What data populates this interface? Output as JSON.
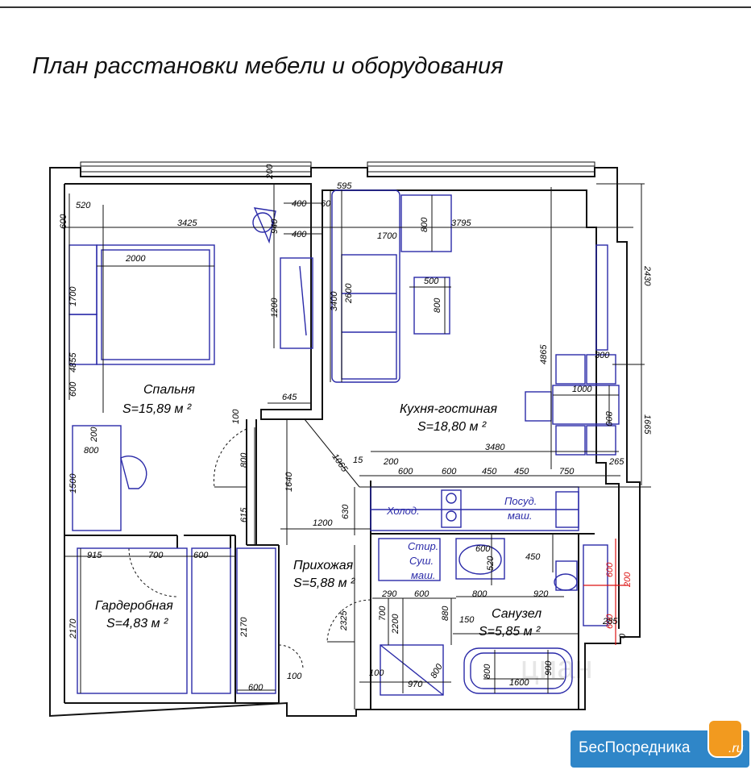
{
  "title": "План расстановки мебели и оборудования",
  "rooms": [
    {
      "id": "bedroom",
      "name": "Спальня",
      "area": "S=15,89 м ²"
    },
    {
      "id": "kitchen",
      "name": "Кухня-гостиная",
      "area": "S=18,80 м ²"
    },
    {
      "id": "hall",
      "name": "Прихожая",
      "area": "S=5,88 м ²"
    },
    {
      "id": "wardrobe",
      "name": "Гардеробная",
      "area": "S=4,83 м ²"
    },
    {
      "id": "bathroom",
      "name": "Санузел",
      "area": "S=5,85 м ²"
    }
  ],
  "equipment": {
    "fridge": "Холод.",
    "dishwasher_1": "Посуд.",
    "dishwasher_2": "маш.",
    "washer_1": "Стир.",
    "washer_2": "Суш.",
    "washer_3": "маш."
  },
  "dimensions": [
    "520",
    "600",
    "3425",
    "2000",
    "1700",
    "4855",
    "600",
    "200",
    "800",
    "1500",
    "200",
    "940",
    "400",
    "400",
    "60",
    "1200",
    "3400",
    "2600",
    "645",
    "100",
    "800",
    "615",
    "1640",
    "1065",
    "595",
    "1700",
    "800",
    "3795",
    "500",
    "800",
    "2430",
    "4865",
    "300",
    "1000",
    "800",
    "1665",
    "3480",
    "15",
    "200",
    "600",
    "600",
    "450",
    "450",
    "750",
    "265",
    "630",
    "1200",
    "915",
    "700",
    "600",
    "2170",
    "2170",
    "100",
    "600",
    "600",
    "520",
    "450",
    "920",
    "600",
    "200",
    "600",
    "290",
    "600",
    "800",
    "2325",
    "700",
    "2200",
    "880",
    "150",
    "285",
    "0",
    "100",
    "970",
    "800",
    "800",
    "1600",
    "900"
  ],
  "logo": {
    "text": "БесПосредника",
    "suffix": ".ru"
  },
  "watermark": "циан"
}
